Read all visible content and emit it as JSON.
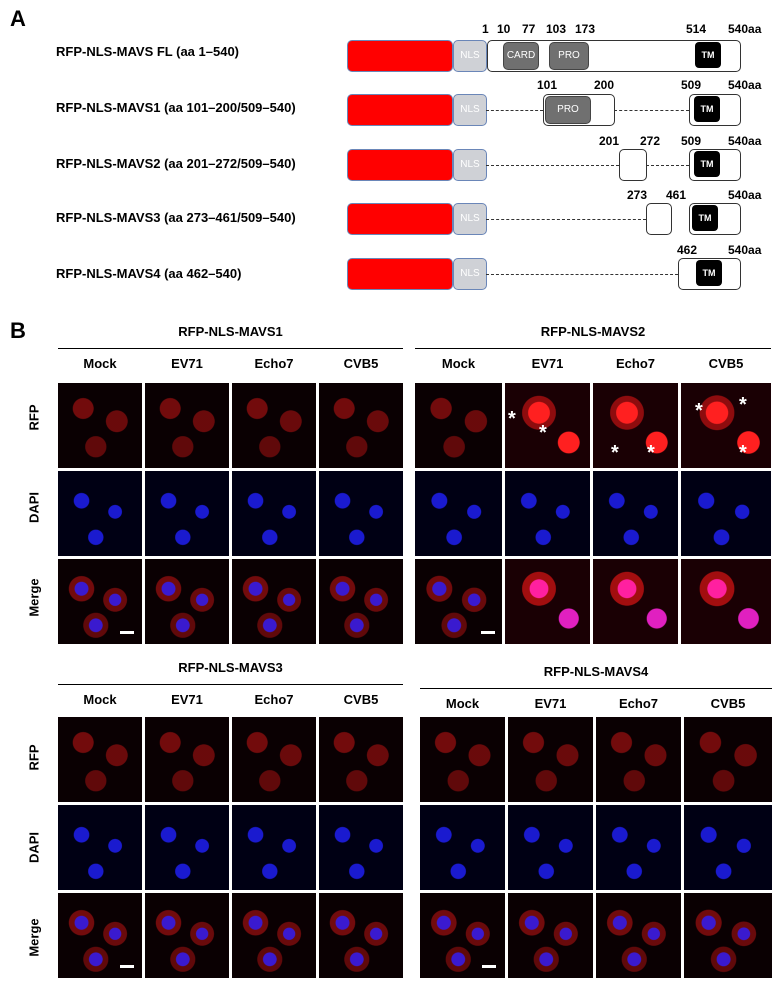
{
  "panel_a": {
    "letter": "A",
    "constructs": [
      {
        "label": "RFP-NLS-MAVS FL (aa 1–540)",
        "nls": "NLS",
        "numbers": [
          "1",
          "10",
          "77",
          "103",
          "173",
          "514",
          "540aa"
        ],
        "domains": [
          "CARD",
          "PRO",
          "TM"
        ]
      },
      {
        "label": "RFP-NLS-MAVS1 (aa 101–200/509–540)",
        "nls": "NLS",
        "numbers": [
          "101",
          "200",
          "509",
          "540aa"
        ],
        "domains": [
          "PRO",
          "TM"
        ]
      },
      {
        "label": "RFP-NLS-MAVS2 (aa 201–272/509–540)",
        "nls": "NLS",
        "numbers": [
          "201",
          "272",
          "509",
          "540aa"
        ],
        "domains": [
          "TM"
        ]
      },
      {
        "label": "RFP-NLS-MAVS3 (aa 273–461/509–540)",
        "nls": "NLS",
        "numbers": [
          "273",
          "461",
          "540aa"
        ],
        "domains": [
          "TM"
        ]
      },
      {
        "label": "RFP-NLS-MAVS4 (aa 462–540)",
        "nls": "NLS",
        "numbers": [
          "462",
          "540aa"
        ],
        "domains": [
          "TM"
        ]
      }
    ]
  },
  "panel_b": {
    "letter": "B",
    "row_labels": [
      "RFP",
      "DAPI",
      "Merge"
    ],
    "columns": [
      "Mock",
      "EV71",
      "Echo7",
      "CVB5"
    ],
    "groups": [
      "RFP-NLS-MAVS1",
      "RFP-NLS-MAVS2",
      "RFP-NLS-MAVS3",
      "RFP-NLS-MAVS4"
    ],
    "asterisk": "*"
  }
}
